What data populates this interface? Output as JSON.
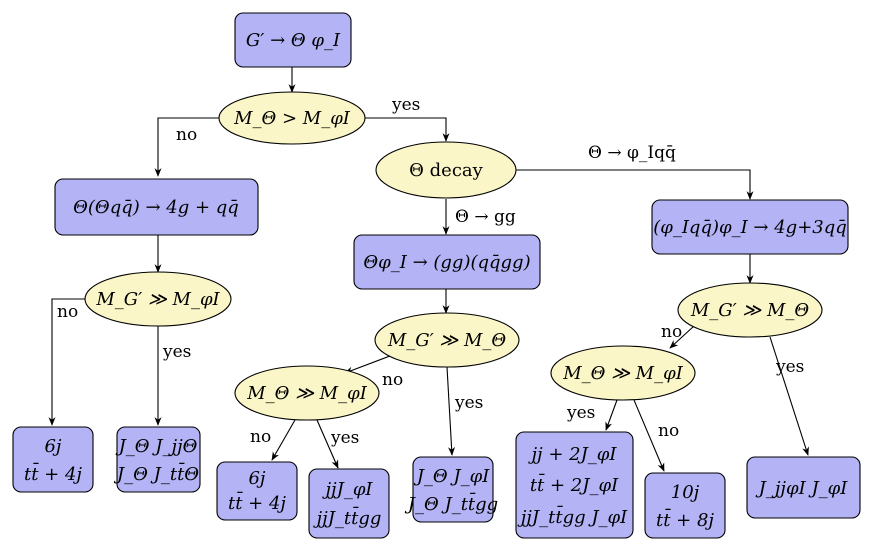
{
  "nodes": {
    "root": "G′ → Θ φ_I",
    "cmp1": "M_Θ > M_φI",
    "theta_decay": "Θ decay",
    "left_box": "Θ(Θqq̄) → 4g + qq̄",
    "mid_box": "Θφ_I → (gg)(qq̄gg)",
    "right_box": "(φ_Iqq̄)φ_I → 4g+3qq̄",
    "cmp_left": "M_G′ ≫ M_φI",
    "cmp_mid": "M_G′ ≫ M_Θ",
    "cmp_right": "M_G′ ≫ M_Θ",
    "cmp_mid_sub": "M_Θ ≫ M_φI",
    "cmp_right_sub": "M_Θ ≫ M_φI",
    "leaf1": [
      "6j",
      "tt̄ + 4j"
    ],
    "leaf2": [
      "J_Θ J_jjΘ",
      "J_Θ J_tt̄Θ"
    ],
    "leaf3": [
      "6j",
      "tt̄ + 4j"
    ],
    "leaf4": [
      "jjJ_φI",
      "jjJ_tt̄gg"
    ],
    "leaf5": [
      "J_Θ J_φI",
      "J_Θ J_tt̄gg"
    ],
    "leaf6": [
      "jj + 2J_φI",
      "tt̄ + 2J_φI",
      "jjJ_tt̄gg J_φI"
    ],
    "leaf7": [
      "10j",
      "tt̄ + 8j"
    ],
    "leaf8": "J_jjφI J_φI"
  },
  "edges": {
    "cmp1_no": "no",
    "cmp1_yes": "yes",
    "decay_gg": "Θ → gg",
    "decay_phi": "Θ → φ_Iqq̄",
    "left_no": "no",
    "left_yes": "yes",
    "mid_no": "no",
    "mid_yes": "yes",
    "midsub_no": "no",
    "midsub_yes": "yes",
    "right_no": "no",
    "right_yes": "yes",
    "rightsub_yes": "yes",
    "rightsub_no": "no"
  }
}
